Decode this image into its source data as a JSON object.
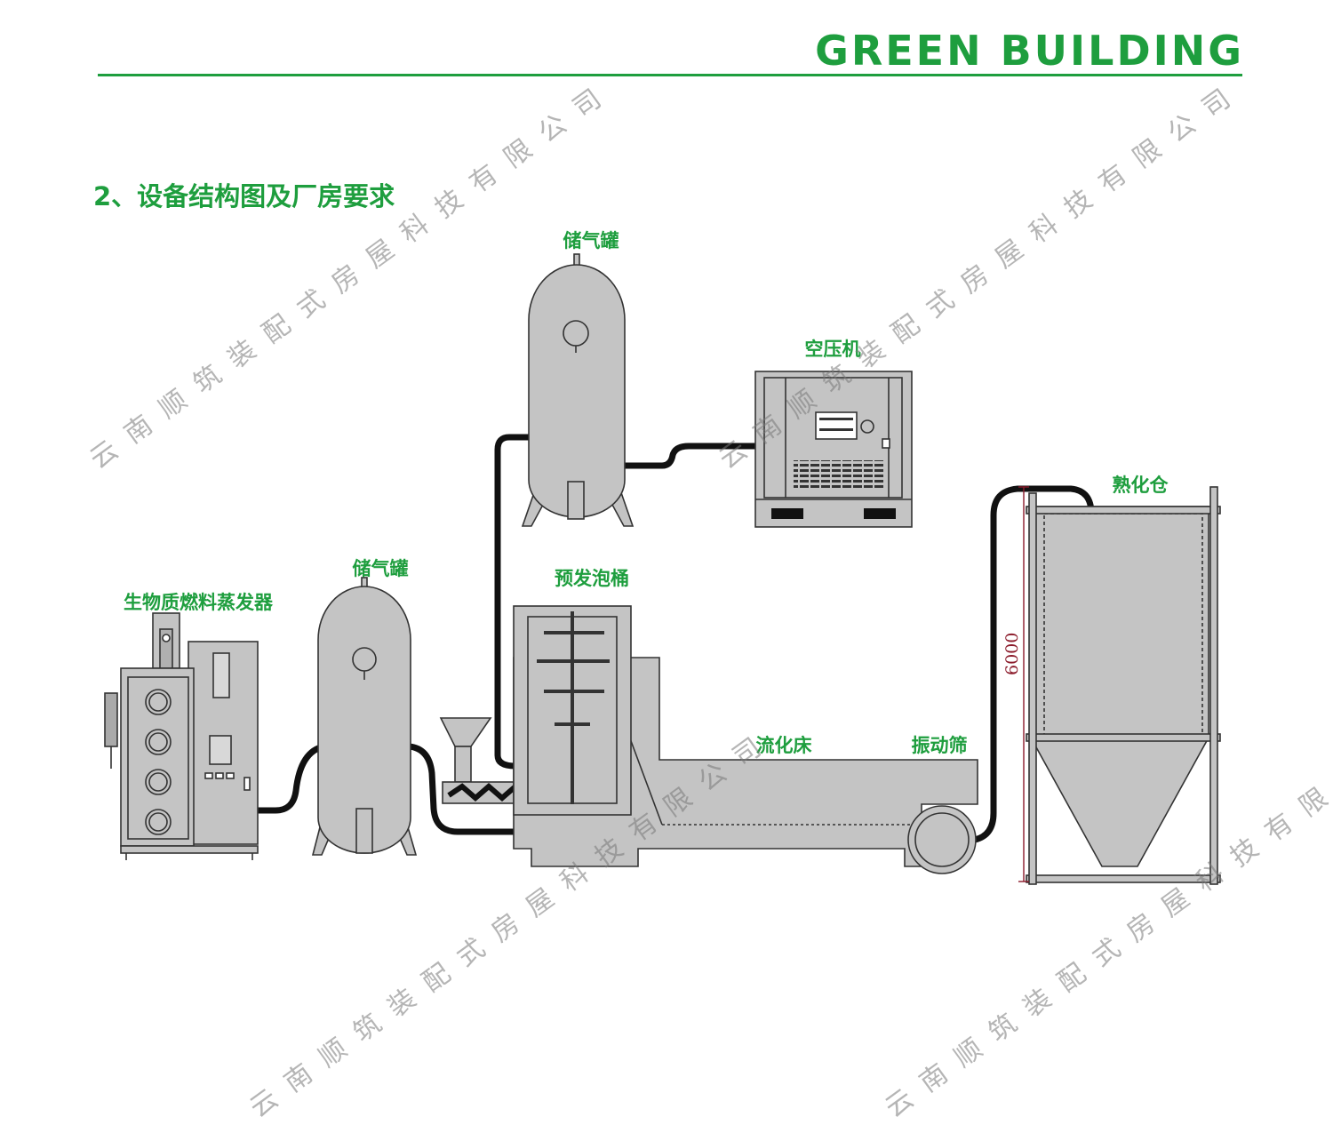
{
  "header": {
    "brand": "GREEN BUILDING",
    "brand_color": "#1e9e3e"
  },
  "section": {
    "title": "2、设备结构图及厂房要求"
  },
  "equipment": {
    "air_tank_top": "储气罐",
    "air_compressor": "空压机",
    "curing_bin": "熟化仓",
    "air_tank_left": "储气罐",
    "steam_generator": "生物质燃料蒸发器",
    "pre_expander": "预发泡桶",
    "fluid_bed": "流化床",
    "vibrating_screen": "振动筛"
  },
  "dimension": {
    "height": "6000"
  },
  "watermark": {
    "text": "云南顺筑装配式房屋科技有限公司"
  },
  "colors": {
    "equipment_fill": "#c4c4c4",
    "pipe": "#111111",
    "dimension_line": "#8b1a2a"
  }
}
